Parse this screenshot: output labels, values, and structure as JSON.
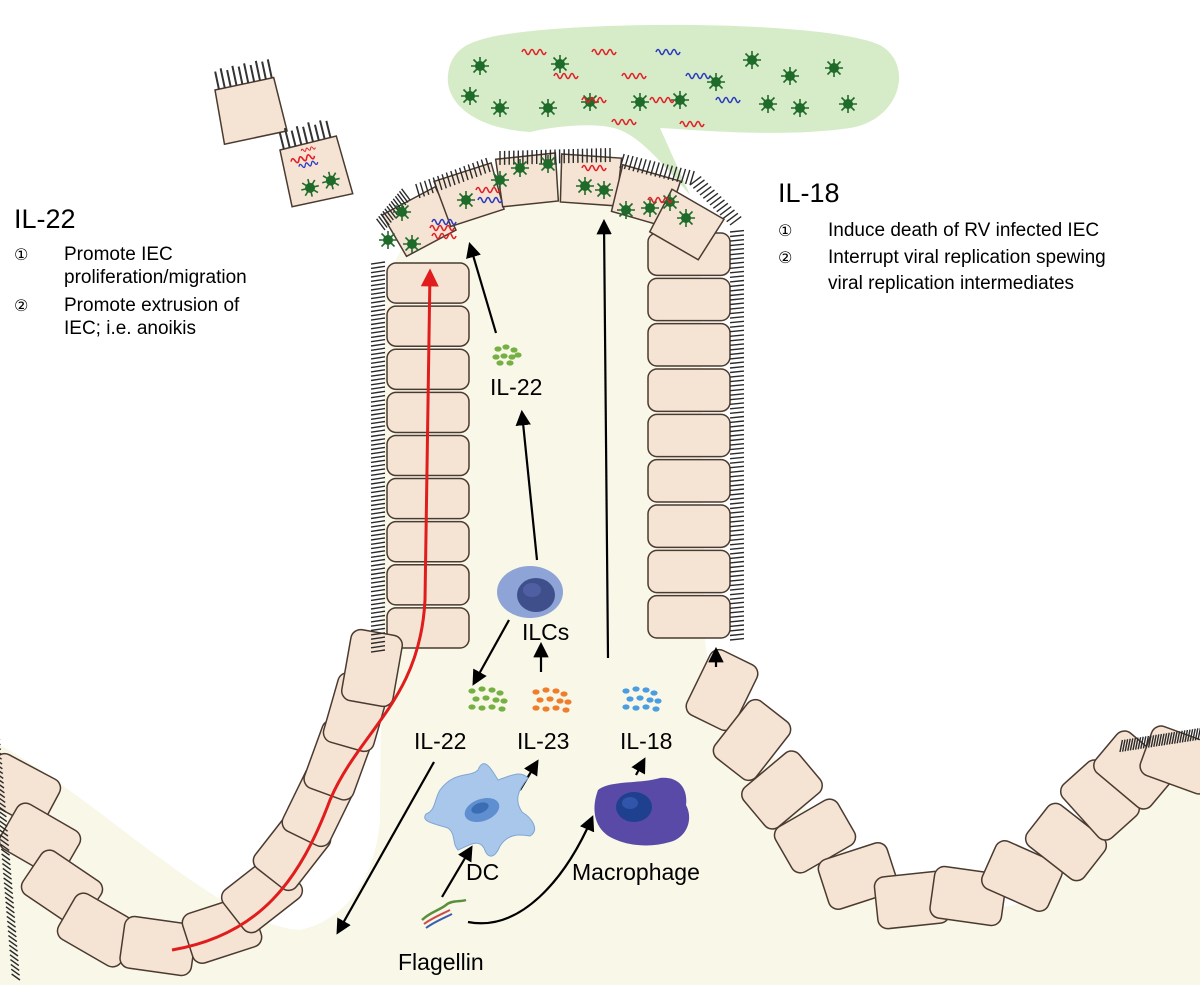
{
  "left_panel": {
    "heading": "IL-22",
    "items": [
      {
        "marker": "①",
        "lines": [
          "Promote IEC",
          "proliferation/migration"
        ]
      },
      {
        "marker": "②",
        "lines": [
          "Promote extrusion of",
          "IEC; i.e. anoikis"
        ]
      }
    ]
  },
  "right_panel": {
    "heading": "IL-18",
    "items": [
      {
        "marker": "①",
        "lines": [
          "Induce death of RV infected IEC"
        ]
      },
      {
        "marker": "②",
        "lines": [
          "Interrupt viral replication spewing",
          "viral replication intermediates"
        ]
      }
    ]
  },
  "labels": {
    "il22_upper": "IL-22",
    "ilcs": "ILCs",
    "il22_lower": "IL-22",
    "il23": "IL-23",
    "il18": "IL-18",
    "dc": "DC",
    "macrophage": "Macrophage",
    "flagellin": "Flagellin"
  },
  "colors": {
    "background": "#ffffff",
    "lamina": "#f8f7e8",
    "cell_fill": "#f5e3d3",
    "cell_stroke": "#4a3a30",
    "lumen_cloud": "#d6ebc7",
    "virus": "#1f6b2a",
    "rna_red": "#e41e26",
    "rna_blue": "#2b3bbf",
    "il22_dots": "#76b043",
    "il23_dots": "#ef7d2b",
    "il18_dots": "#4a9de0",
    "ilc_cell": "#6f86c4",
    "dc_cell": "#a9c7ea",
    "macrophage_cell": "#5a4aa8",
    "migration_path": "#e01c1c"
  }
}
